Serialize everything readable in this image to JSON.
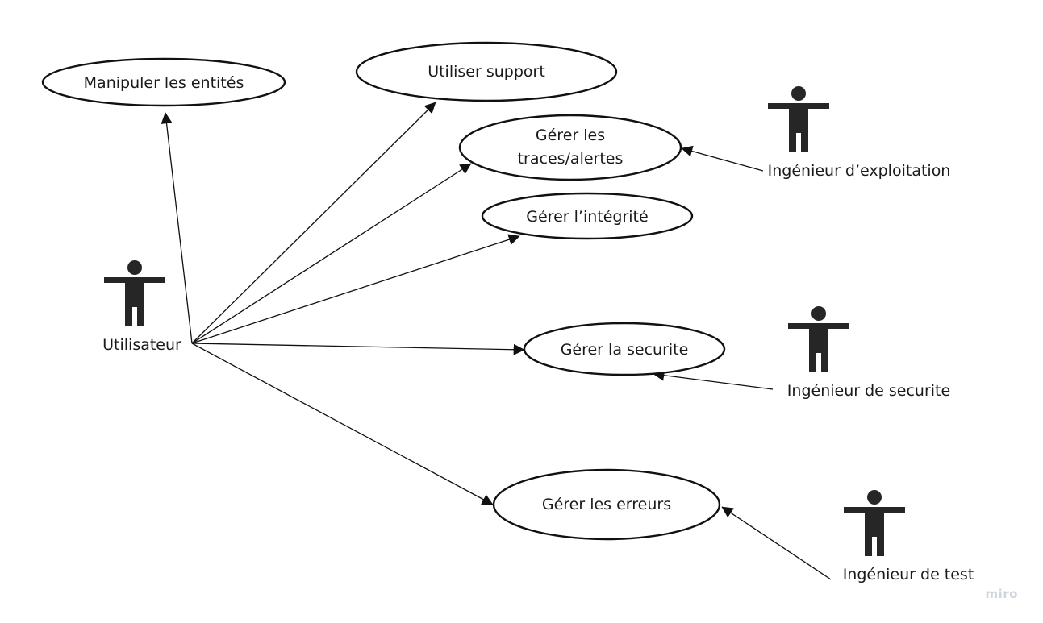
{
  "colors": {
    "ink": "#111111",
    "actor": "#262626",
    "watermark": "#d0d4dc",
    "background": "#ffffff"
  },
  "use_cases": {
    "manipuler": {
      "label": "Manipuler les entités"
    },
    "support": {
      "label": "Utiliser support"
    },
    "traces": {
      "label_line1": "Gérer les",
      "label_line2": "traces/alertes"
    },
    "integrite": {
      "label": "Gérer l’intégrité"
    },
    "securite": {
      "label": "Gérer la securite"
    },
    "erreurs": {
      "label": "Gérer les erreurs"
    }
  },
  "actors": {
    "utilisateur": {
      "label": "Utilisateur",
      "icon": "actor-icon"
    },
    "exploitation": {
      "label": "Ingénieur d’exploitation",
      "icon": "actor-icon"
    },
    "securite": {
      "label": "Ingénieur de securite",
      "icon": "actor-icon"
    },
    "test": {
      "label": "Ingénieur de test",
      "icon": "actor-icon"
    }
  },
  "associations": [
    {
      "from": "Utilisateur",
      "to": "Manipuler les entités"
    },
    {
      "from": "Utilisateur",
      "to": "Utiliser support"
    },
    {
      "from": "Utilisateur",
      "to": "Gérer les traces/alertes"
    },
    {
      "from": "Utilisateur",
      "to": "Gérer l’intégrité"
    },
    {
      "from": "Utilisateur",
      "to": "Gérer la securite"
    },
    {
      "from": "Utilisateur",
      "to": "Gérer les erreurs"
    },
    {
      "from": "Ingénieur d’exploitation",
      "to": "Gérer les traces/alertes"
    },
    {
      "from": "Ingénieur de securite",
      "to": "Gérer la securite"
    },
    {
      "from": "Ingénieur de test",
      "to": "Gérer les erreurs"
    }
  ],
  "watermark": {
    "text": "miro"
  }
}
